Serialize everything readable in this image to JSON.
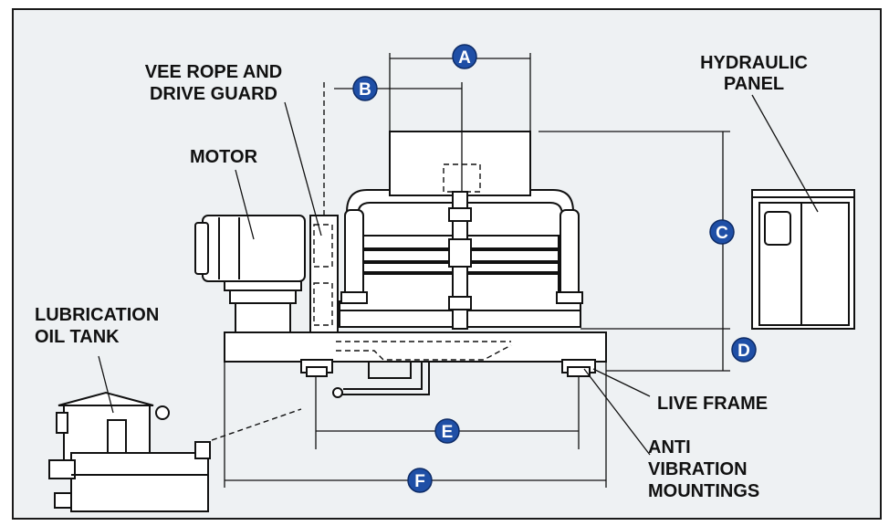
{
  "labels": {
    "vee_rope": [
      "VEE ROPE AND",
      "DRIVE GUARD"
    ],
    "motor": [
      "MOTOR"
    ],
    "hydraulic": [
      "HYDRAULIC",
      "PANEL"
    ],
    "lubrication": [
      "LUBRICATION",
      "OIL TANK"
    ],
    "live_frame": [
      "LIVE FRAME"
    ],
    "anti_vibration": [
      "ANTI",
      "VIBRATION",
      "MOUNTINGS"
    ]
  },
  "dimensions": [
    "A",
    "B",
    "C",
    "D",
    "E",
    "F"
  ],
  "colors": {
    "marker": "#1f4fa6",
    "line": "#111111",
    "background": "#eef1f3"
  }
}
